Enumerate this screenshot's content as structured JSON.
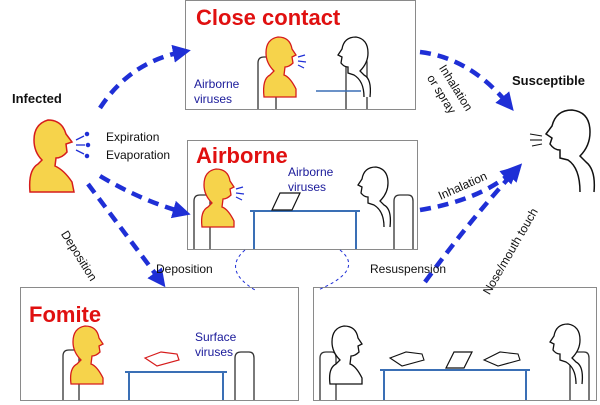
{
  "colors": {
    "title_red": "#e01010",
    "arrow_blue": "#1f2fd6",
    "virus_blue": "#1a1a9a",
    "person_fill": "#f6d34b",
    "person_outline": "#d61c1c",
    "table_blue": "#3a6fb5"
  },
  "panels": {
    "close_contact": {
      "title": "Close contact",
      "virus_label": "Airborne viruses",
      "virus_line1": "Airborne",
      "virus_line2": "viruses"
    },
    "airborne": {
      "title": "Airborne",
      "virus_label": "Airborne viruses",
      "virus_line1": "Airborne",
      "virus_line2": "viruses"
    },
    "fomite": {
      "title": "Fomite",
      "virus_label": "Surface viruses",
      "virus_line1": "Surface",
      "virus_line2": "viruses"
    },
    "resuspension": {}
  },
  "labels": {
    "infected": "Infected",
    "susceptible": "Susceptible",
    "expiration": "Expiration",
    "evaporation": "Evaporation",
    "deposition_diag": "Deposition",
    "deposition": "Deposition",
    "resuspension": "Resuspension",
    "inhalation": "Inhalation",
    "inhalation_spray": "Inhalation or spray",
    "inhalation_spray_line1": "Inhalation",
    "inhalation_spray_line2": "or spray",
    "nose_mouth": "Nose/mouth touch"
  },
  "icons": [
    "infected-person-icon",
    "susceptible-person-icon",
    "virus-emission-icon",
    "laptop-icon",
    "table-icon",
    "chair-icon",
    "hand-icon"
  ]
}
